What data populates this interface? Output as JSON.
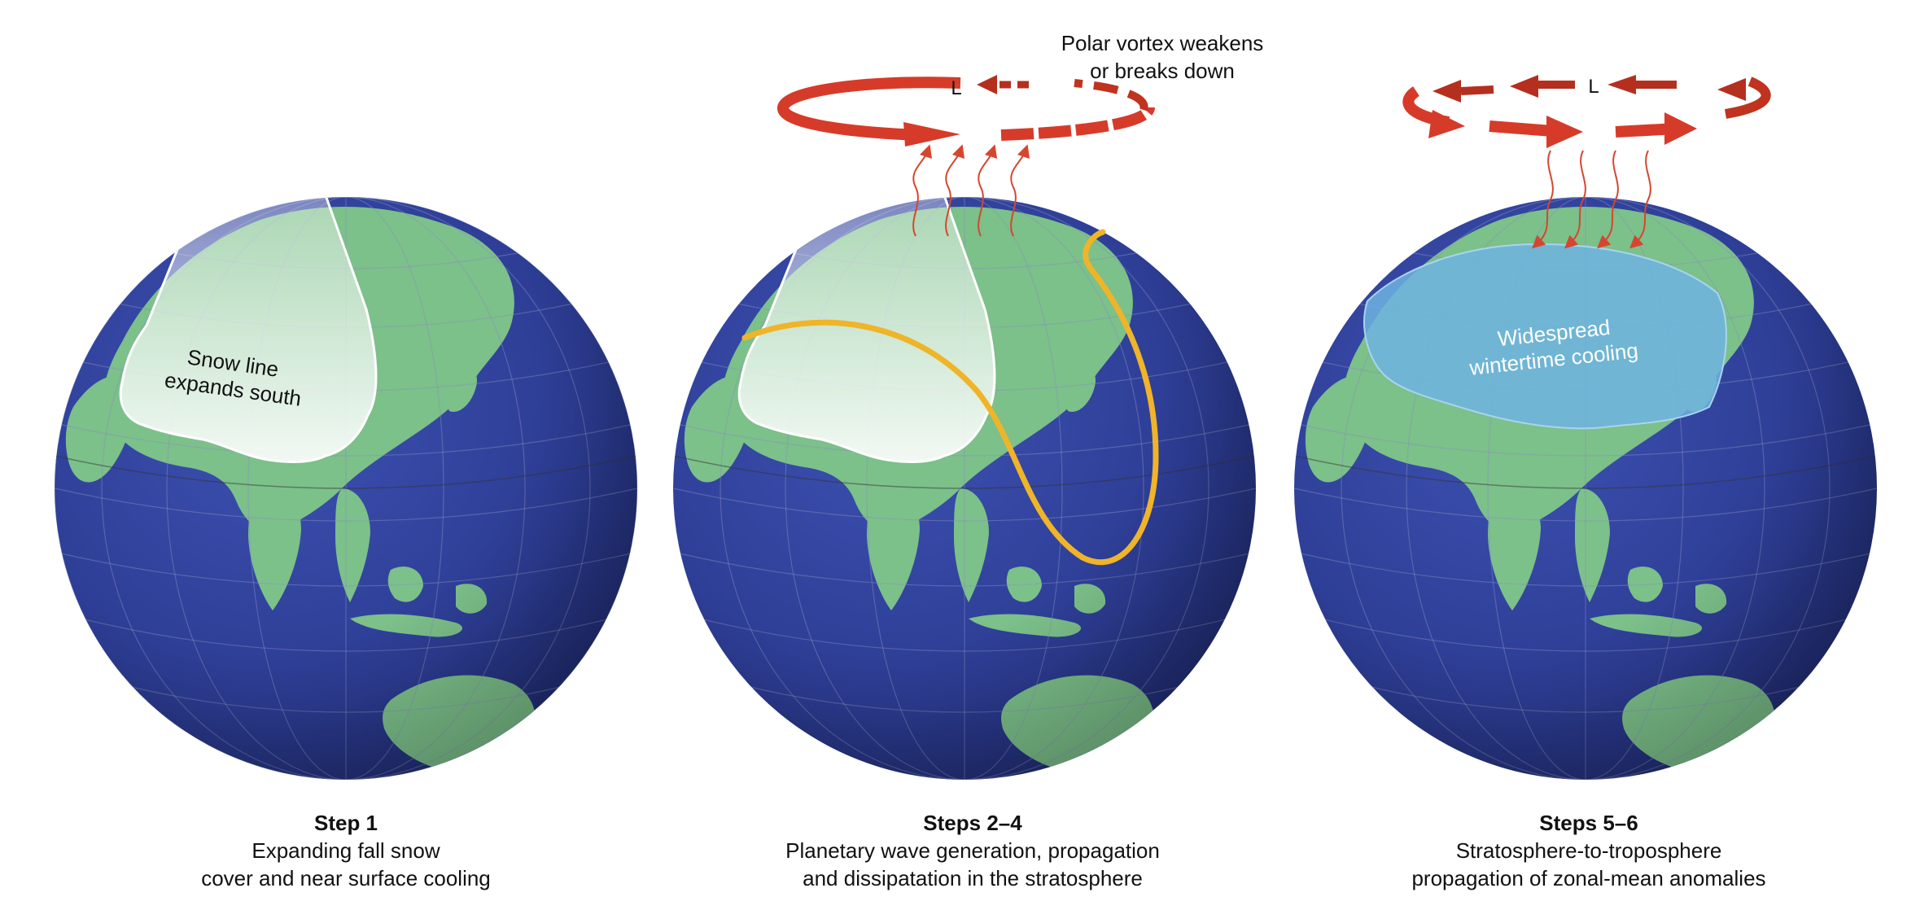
{
  "panels": [
    {
      "title": "Step 1",
      "lines": [
        "Expanding fall snow",
        "cover and near surface cooling"
      ],
      "map_label": [
        "Snow line",
        "expands south"
      ]
    },
    {
      "title": "Steps 2–4",
      "lines": [
        "Planetary wave generation, propagation",
        "and dissipatation in the stratosphere"
      ],
      "top_label": [
        "Polar vortex weakens",
        "or breaks down"
      ],
      "vortex_label": "L"
    },
    {
      "title": "Steps 5–6",
      "lines": [
        "Stratosphere-to-troposphere",
        "propagation of zonal-mean anomalies"
      ],
      "map_label": [
        "Widespread",
        "wintertime cooling"
      ],
      "vortex_label": "L"
    }
  ],
  "colors": {
    "ocean": "#2e3f97",
    "land": "#7cc08a",
    "snow": "#e8f4ec",
    "wave": "#f0b429",
    "vortex": "#d63b2a",
    "cooling": "#6fb3e0"
  }
}
